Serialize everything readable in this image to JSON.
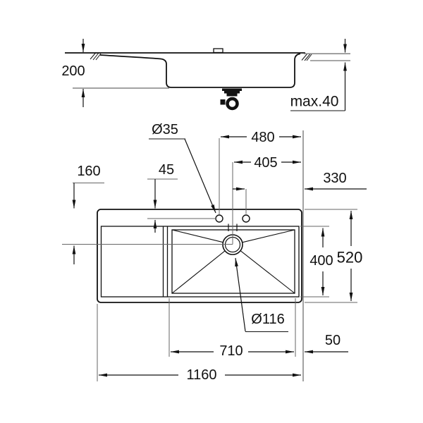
{
  "drawing": {
    "type": "sink-technical-dimension-drawing",
    "background": "#ffffff",
    "line_color": "#111111",
    "extension_line_color": "#8a8a8a"
  },
  "side_view": {
    "overall_height_label": "200",
    "counter_thickness_label": "max.40"
  },
  "plan_view": {
    "faucet_hole_diameter_label": "Ø35",
    "hole_to_right_edge_label": "480",
    "center_to_right_edge_label": "405",
    "hole_offset_label": "45",
    "left_offset_label": "160",
    "right_hole_to_edge_label": "330",
    "bowl_depth_label": "400",
    "overall_depth_label": "520",
    "drain_diameter_label": "Ø116",
    "bowl_width_label": "710",
    "right_margin_label": "50",
    "overall_width_label": "1160"
  }
}
